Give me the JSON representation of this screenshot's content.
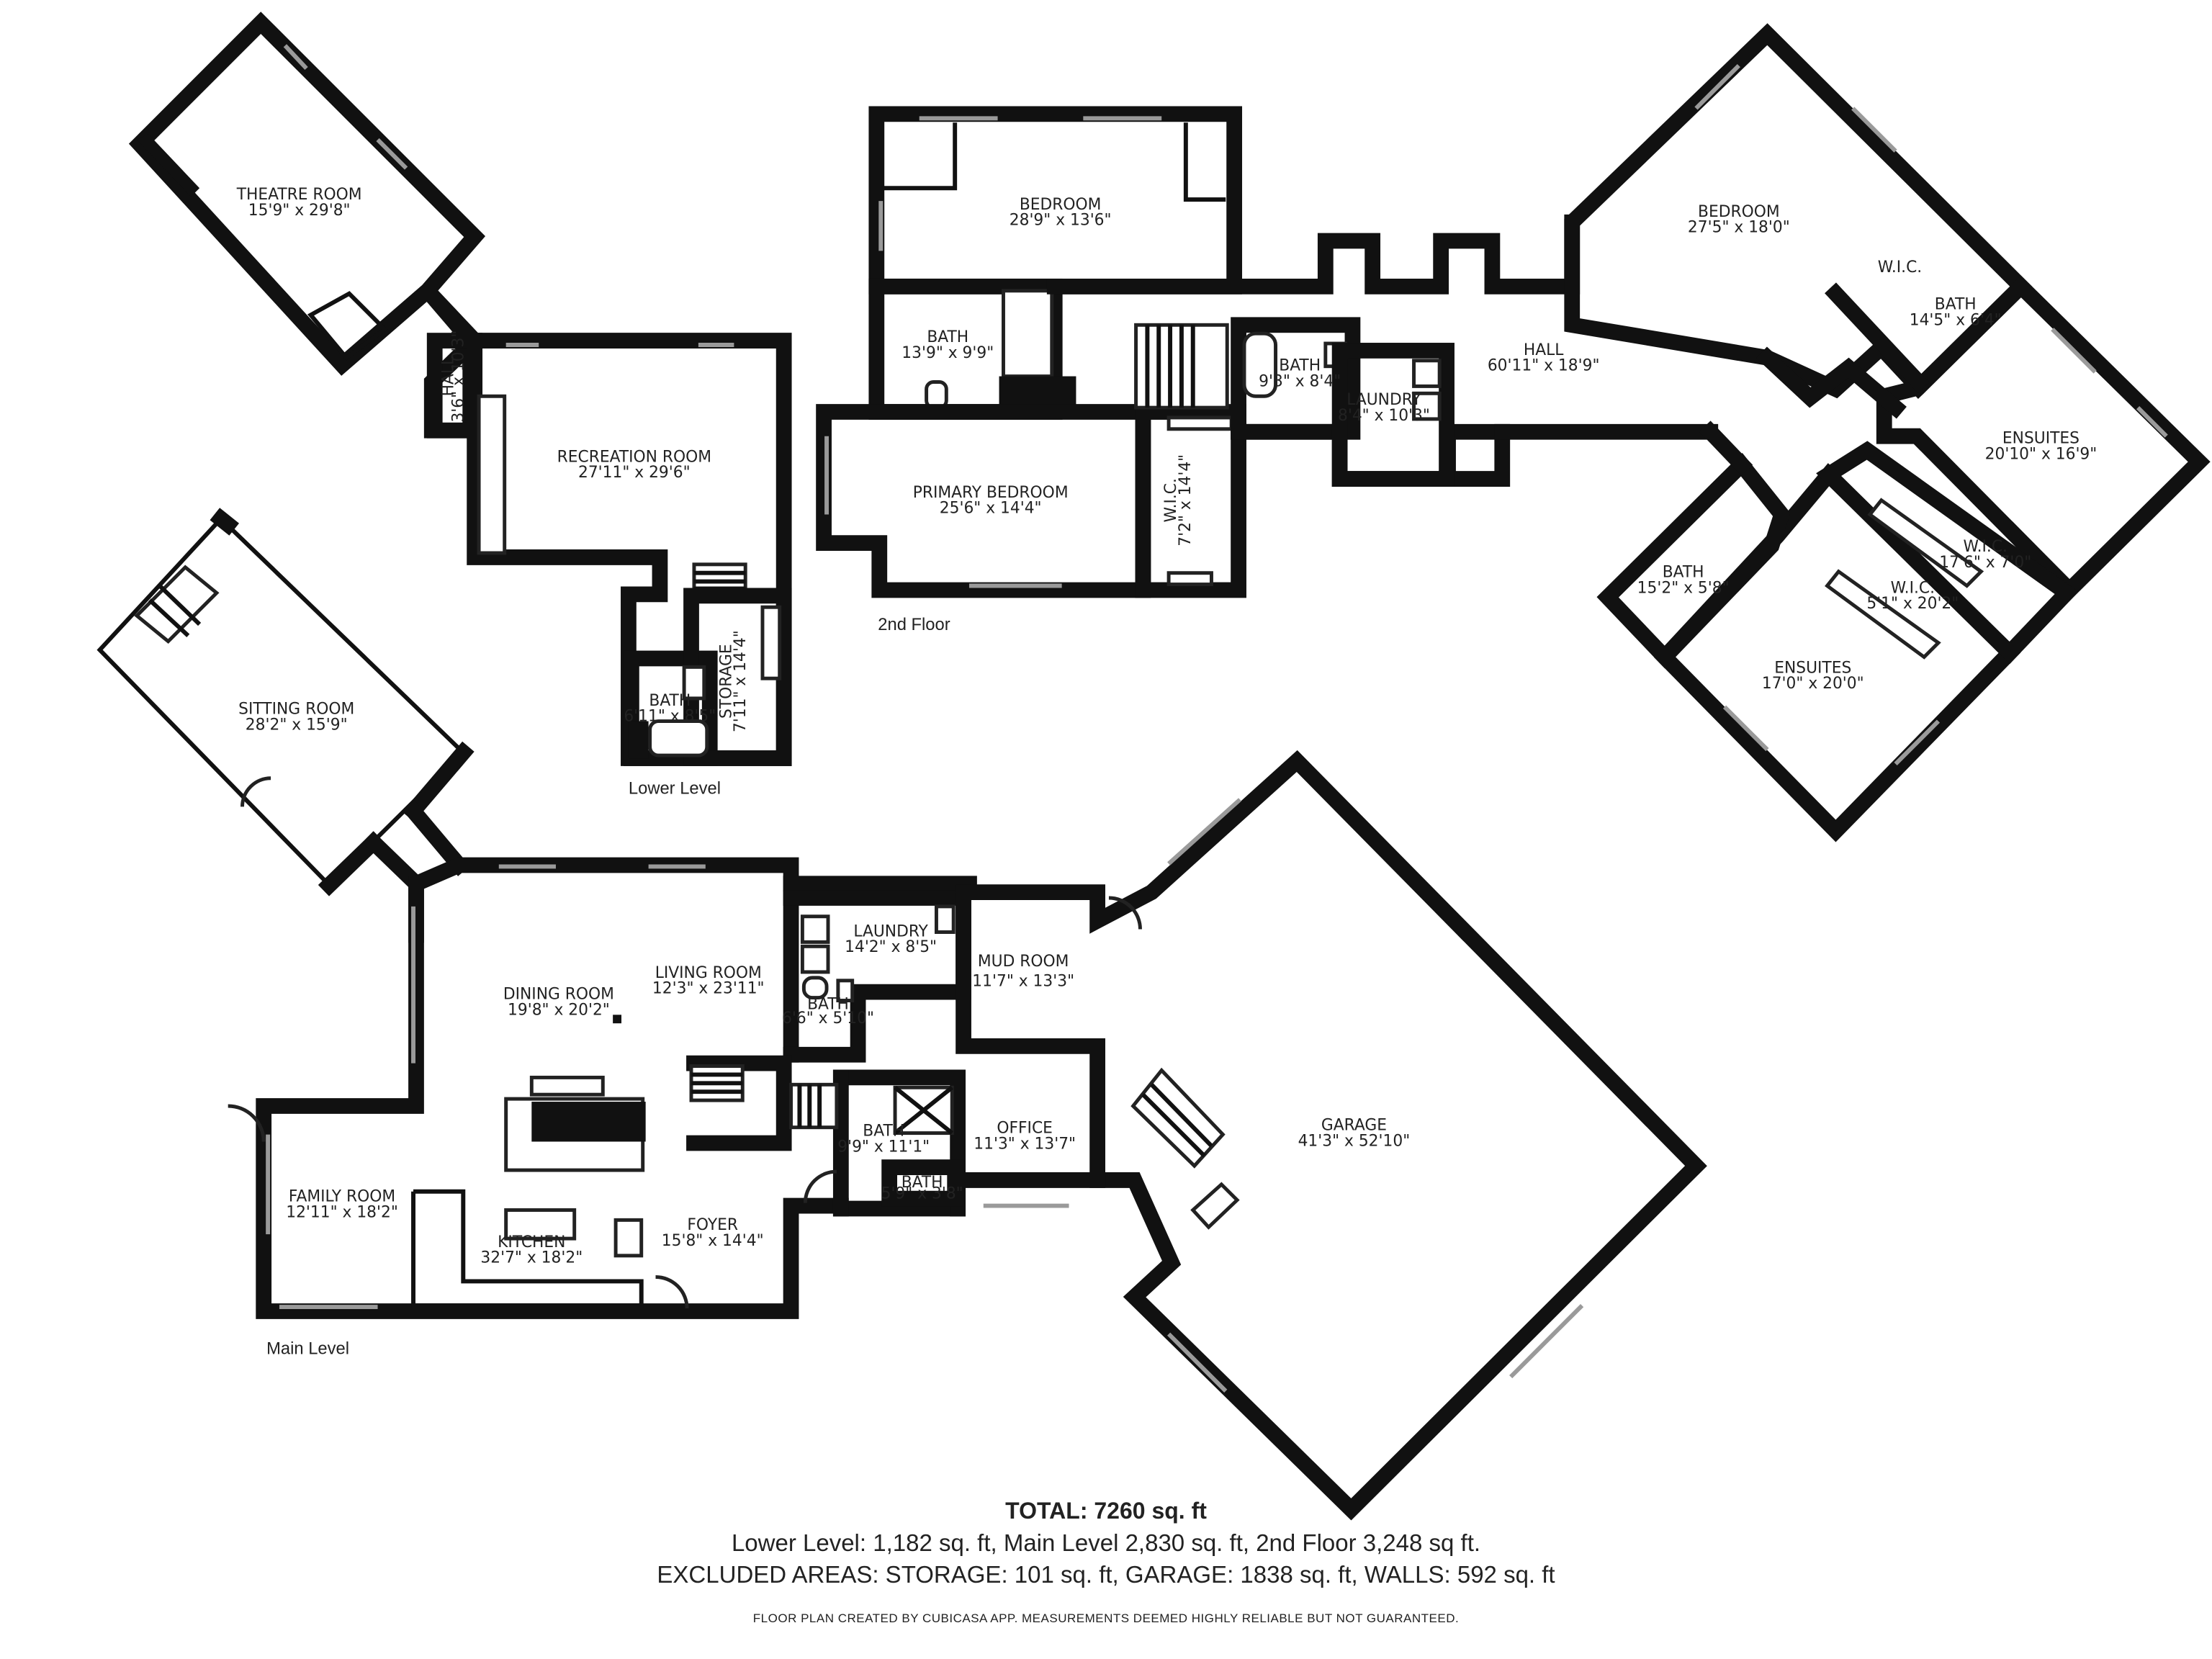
{
  "rooms": {
    "theatre": {
      "name": "THEATRE ROOM",
      "dim": "15'9\" x 29'8\""
    },
    "hall_lower": {
      "name": "HALL",
      "dim": "3'6\" x 10'3\""
    },
    "recreation": {
      "name": "RECREATION ROOM",
      "dim": "27'11\" x 29'6\""
    },
    "bath_lower": {
      "name": "BATH",
      "dim": "6'11\" x 8'5\""
    },
    "storage": {
      "name": "STORAGE",
      "dim": "7'11\" x 14'4\""
    },
    "sitting": {
      "name": "SITTING ROOM",
      "dim": "28'2\" x 15'9\""
    },
    "bedroom_top": {
      "name": "BEDROOM",
      "dim": "28'9\" x 13'6\""
    },
    "bath_master": {
      "name": "BATH",
      "dim": "13'9\" x 9'9\""
    },
    "primary_bedroom": {
      "name": "PRIMARY BEDROOM",
      "dim": "25'6\" x 14'4\""
    },
    "wic_master": {
      "name": "W.I.C.",
      "dim": "7'2\" x 14'4\""
    },
    "bath_2nd": {
      "name": "BATH",
      "dim": "9'3\" x 8'4\""
    },
    "laundry_2nd": {
      "name": "LAUNDRY",
      "dim": "8'4\" x 10'3\""
    },
    "hall_2nd": {
      "name": "HALL",
      "dim": "60'11\" x 18'9\""
    },
    "bedroom_right": {
      "name": "BEDROOM",
      "dim": "27'5\" x 18'0\""
    },
    "wic_right": {
      "name": "W.I.C.",
      "dim": ""
    },
    "bath_right": {
      "name": "BATH",
      "dim": "14'5\" x 6'4\""
    },
    "ensuites_upper": {
      "name": "ENSUITES",
      "dim": "20'10\" x 16'9\""
    },
    "wic_a": {
      "name": "W.I.C.",
      "dim": "17'6\" x 7'0\""
    },
    "wic_b": {
      "name": "W.I.C.",
      "dim": "5'1\" x 20'2\""
    },
    "bath_ensuite": {
      "name": "BATH",
      "dim": "15'2\" x 5'8\""
    },
    "ensuites_lower": {
      "name": "ENSUITES",
      "dim": "17'0\" x 20'0\""
    },
    "dining": {
      "name": "DINING ROOM",
      "dim": "19'8\" x 20'2\""
    },
    "living": {
      "name": "LIVING ROOM",
      "dim": "12'3\" x 23'11\""
    },
    "laundry_main": {
      "name": "LAUNDRY",
      "dim": "14'2\" x 8'5\""
    },
    "bath_laundry": {
      "name": "BATH",
      "dim": "6'6\" x 5'10\""
    },
    "mud": {
      "name": "MUD ROOM",
      "dim": "11'7\" x 13'3\""
    },
    "family": {
      "name": "FAMILY ROOM",
      "dim": "12'11\" x 18'2\""
    },
    "kitchen": {
      "name": "KITCHEN",
      "dim": "32'7\" x 18'2\""
    },
    "foyer": {
      "name": "FOYER",
      "dim": "15'8\" x 14'4\""
    },
    "bath_main": {
      "name": "BATH",
      "dim": "9'9\" x 11'1\""
    },
    "bath_small": {
      "name": "BATH",
      "dim": "5'9\" x 3'8\""
    },
    "office": {
      "name": "OFFICE",
      "dim": "11'3\" x 13'7\""
    },
    "garage": {
      "name": "GARAGE",
      "dim": "41'3\" x 52'10\""
    }
  },
  "levels": {
    "lower": "Lower Level",
    "second": "2nd Floor",
    "main": "Main Level"
  },
  "footer": {
    "total": "TOTAL: 7260 sq. ft",
    "line1": "Lower Level: 1,182 sq. ft, Main Level 2,830 sq. ft, 2nd Floor 3,248 sq ft.",
    "line2": "EXCLUDED AREAS: STORAGE: 101 sq. ft, GARAGE: 1838 sq. ft, WALLS: 592 sq. ft",
    "note": "FLOOR PLAN CREATED BY CUBICASA APP. MEASUREMENTS DEEMED HIGHLY RELIABLE BUT NOT GUARANTEED."
  }
}
